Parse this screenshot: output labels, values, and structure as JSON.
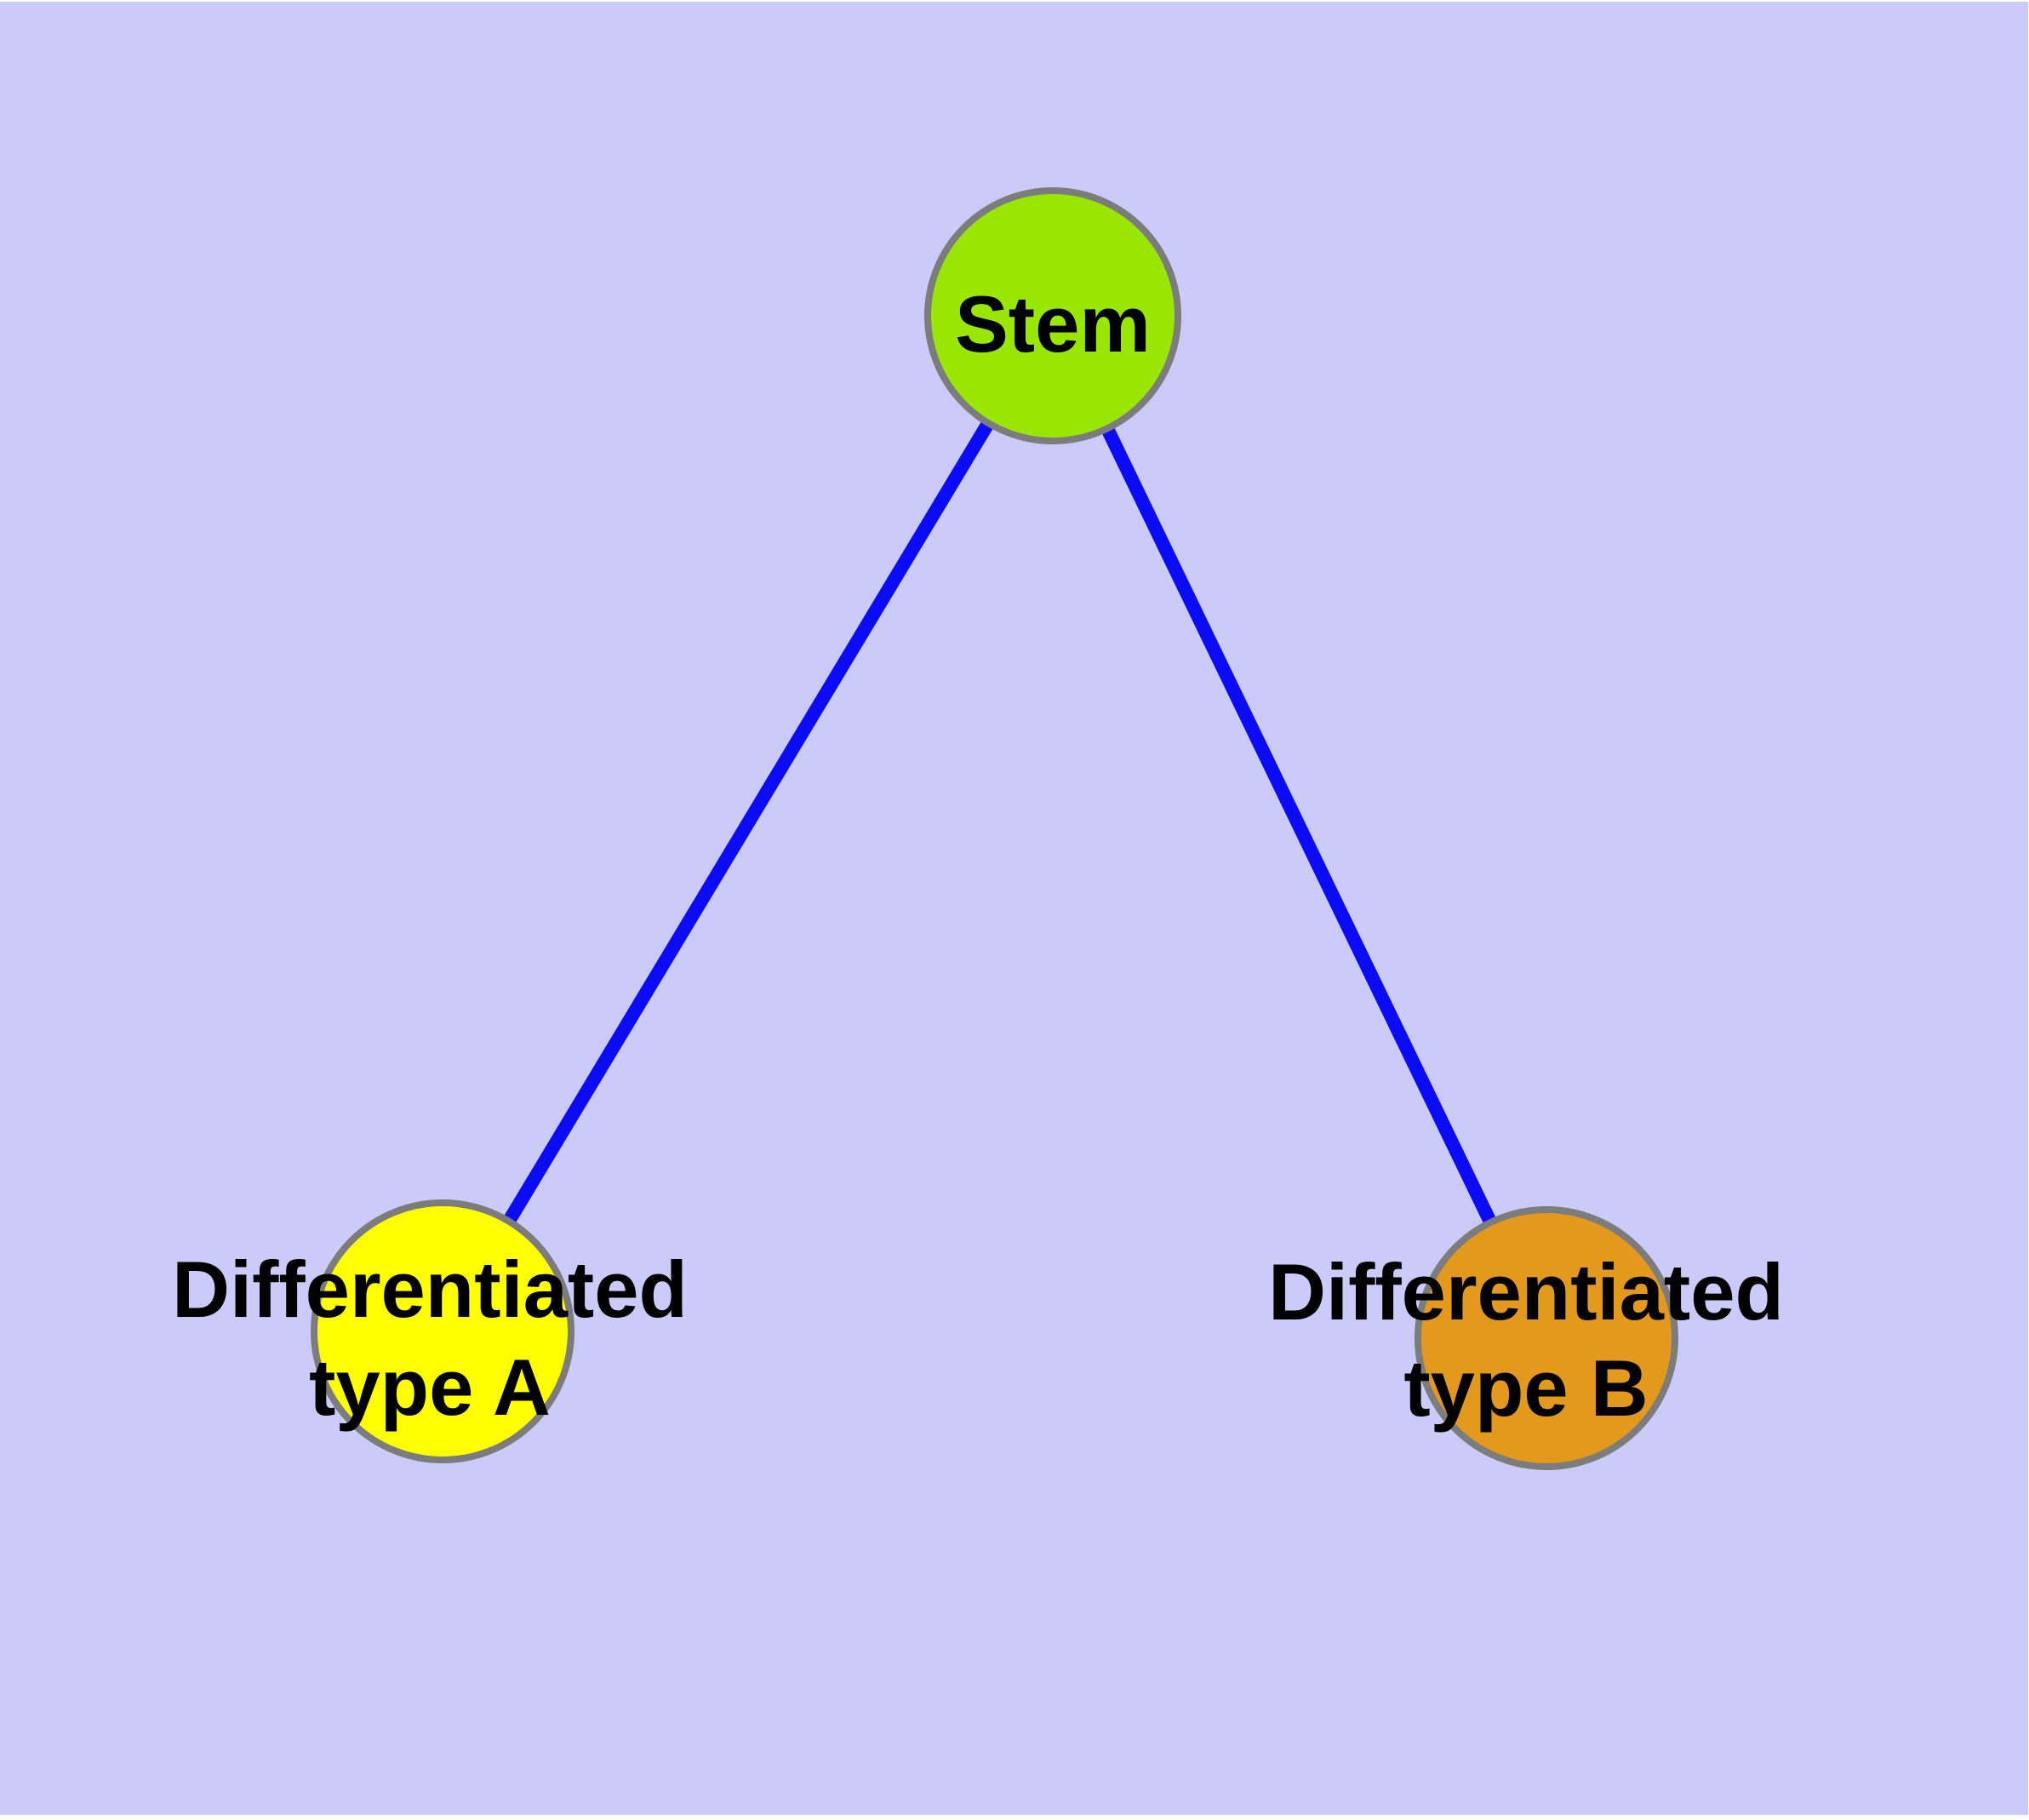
{
  "diagram": {
    "type": "graph",
    "background_color": "#CBCBFA",
    "edge_color": "#0B0BF5",
    "node_border_color": "#7C7C7C",
    "label_color": "#000000",
    "nodes": [
      {
        "id": "stem",
        "label": "Stem",
        "fill_color": "#9AE603"
      },
      {
        "id": "differentiated-type-a",
        "label": "Differentiated type A",
        "label_line1": "Differentiated",
        "label_line2": "type A",
        "fill_color": "#FFFF00"
      },
      {
        "id": "differentiated-type-b",
        "label": "Differentiated type B",
        "label_line1": "Differentiated",
        "label_line2": "type B",
        "fill_color": "#E2991E"
      }
    ],
    "edges": [
      {
        "from": "Stem",
        "to": "Differentiated type A"
      },
      {
        "from": "Stem",
        "to": "Differentiated type B"
      }
    ]
  }
}
